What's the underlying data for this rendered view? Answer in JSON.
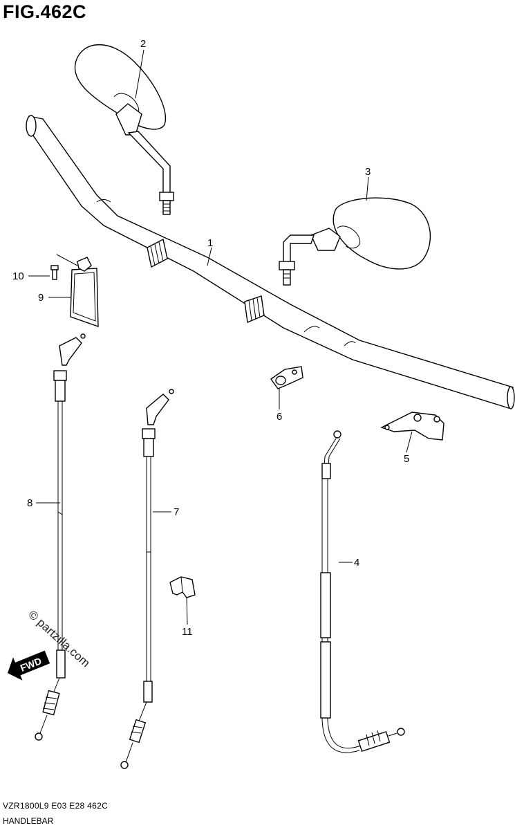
{
  "figure": {
    "title": "FIG.462C"
  },
  "callouts": [
    "1",
    "2",
    "3",
    "4",
    "5",
    "6",
    "7",
    "8",
    "9",
    "10",
    "11"
  ],
  "footer": {
    "model_code": "VZR1800L9  E03  E28  462C",
    "section_name": "HANDLEBAR"
  },
  "watermark": {
    "text": "© partzilla.com"
  },
  "fwd_label": "FWD"
}
